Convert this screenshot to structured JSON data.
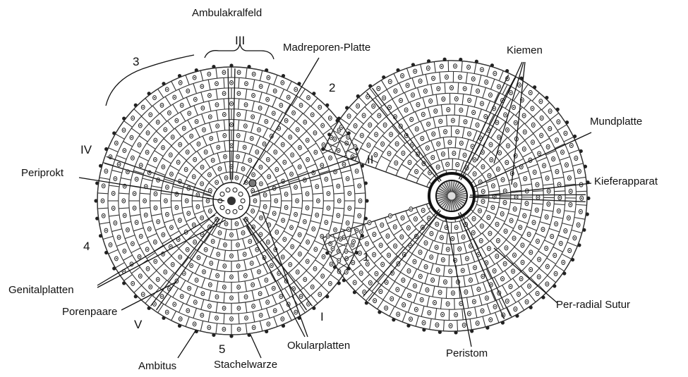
{
  "labels": {
    "ambulakralfeld": "Ambulakralfeld",
    "ambulacrum_III": "III",
    "madreporen_platte": "Madreporen-Platte",
    "interamb_3": "3",
    "interamb_2": "2",
    "ambulacrum_IV": "IV",
    "ambulacrum_II": "II",
    "periprokt": "Periprokt",
    "interamb_4": "4",
    "interamb_1": "1",
    "genitalplatten": "Genitalplatten",
    "porenpaare": "Porenpaare",
    "ambulacrum_V": "V",
    "ambulacrum_I": "I",
    "interamb_5": "5",
    "okularplatten": "Okularplatten",
    "ambitus": "Ambitus",
    "stachelwarze": "Stachelwarze",
    "kiemen": "Kiemen",
    "mundplatte": "Mundplatte",
    "kieferapparat": "Kieferapparat",
    "per_radial_sutur": "Per-radial Sutur",
    "peristom": "Peristom"
  },
  "colors": {
    "ink": "#111111",
    "background": "#ffffff"
  }
}
